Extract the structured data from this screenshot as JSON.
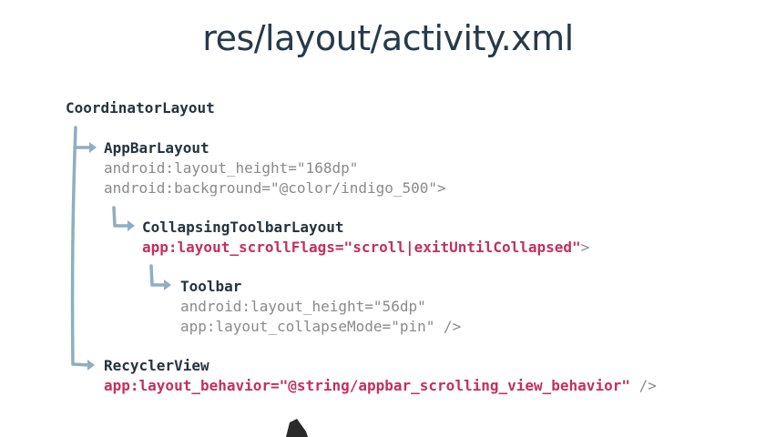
{
  "title": "res/layout/activity.xml",
  "colors": {
    "tag": "#26333d",
    "attribute": "#8a8a8a",
    "highlight": "#c2305e",
    "connector": "#8eaec4",
    "title": "#263a4a"
  },
  "code": {
    "coordinator": "CoordinatorLayout",
    "appbar": {
      "tag": "AppBarLayout",
      "attr1": "android:layout_height=\"168dp\"",
      "attr2": "android:background=\"@color/indigo_500\">"
    },
    "collapsing": {
      "tag": "CollapsingToolbarLayout",
      "attr1": "app:layout_scrollFlags=\"scroll|exitUntilCollapsed\"",
      "close": ">"
    },
    "toolbar": {
      "tag": "Toolbar",
      "attr1": "android:layout_height=\"56dp\"",
      "attr2": "app:layout_collapseMode=\"pin\" />"
    },
    "recycler": {
      "tag": "RecyclerView",
      "attr1": "app:layout_behavior=\"@string/appbar_scrolling_view_behavior\"",
      "close": " />"
    }
  }
}
